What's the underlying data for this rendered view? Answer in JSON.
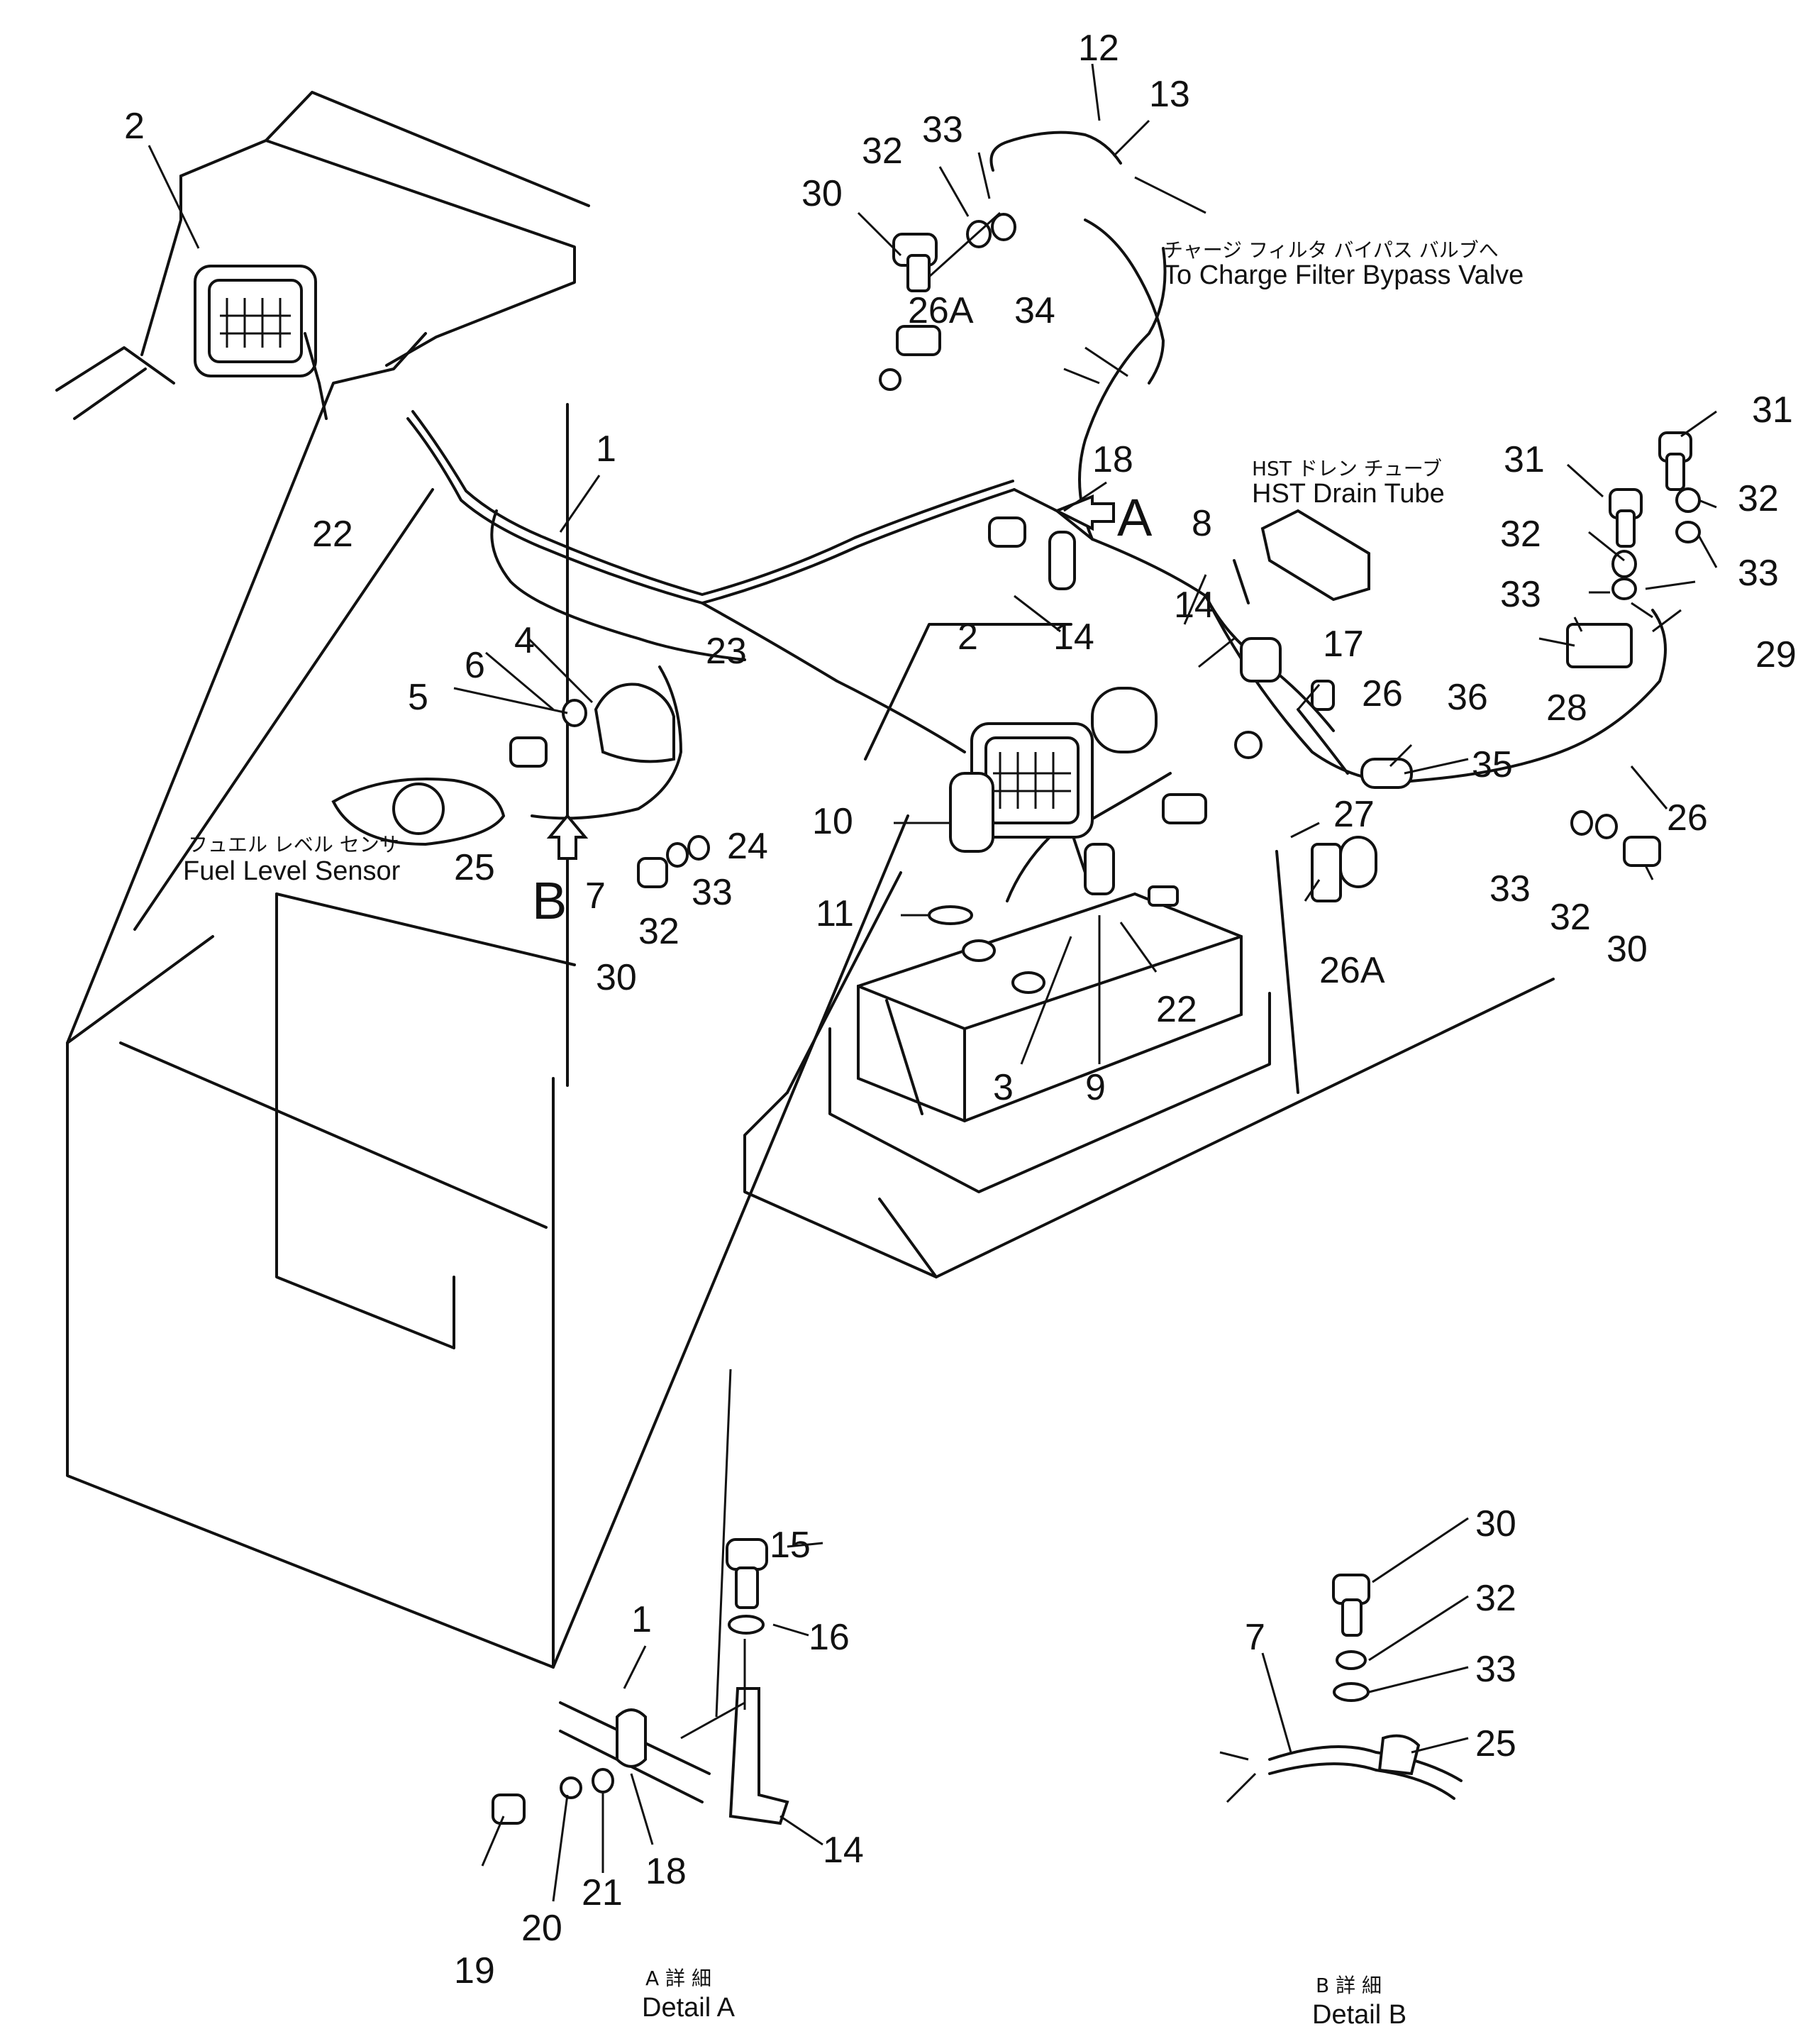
{
  "notes": {
    "charge_filter_jp": "チャージ フィルタ バイパス バルブへ",
    "charge_filter_en": "To Charge Filter Bypass Valve",
    "hst_drain_jp": "HST ドレン チューブ",
    "hst_drain_en": "HST Drain Tube",
    "fuel_sensor_jp": "フュエル レベル センサ",
    "fuel_sensor_en": "Fuel Level Sensor"
  },
  "views": {
    "arrow_a": "A",
    "arrow_b": "B",
    "detail_a_jp": "A 詳 細",
    "detail_a_en": "Detail A",
    "detail_b_jp": "B 詳 細",
    "detail_b_en": "Detail B"
  },
  "callouts": {
    "c1": "1",
    "c2": "2",
    "c3": "3",
    "c4": "4",
    "c5": "5",
    "c6": "6",
    "c7": "7",
    "c8": "8",
    "c9": "9",
    "c10": "10",
    "c11": "11",
    "c12": "12",
    "c13": "13",
    "c14": "14",
    "c15": "15",
    "c16": "16",
    "c17": "17",
    "c18": "18",
    "c19": "19",
    "c20": "20",
    "c21": "21",
    "c22": "22",
    "c23": "23",
    "c24": "24",
    "c25": "25",
    "c26": "26",
    "c26a": "26A",
    "c27": "27",
    "c28": "28",
    "c29": "29",
    "c30": "30",
    "c31": "31",
    "c32": "32",
    "c33": "33",
    "c34": "34",
    "c35": "35",
    "c36": "36"
  }
}
